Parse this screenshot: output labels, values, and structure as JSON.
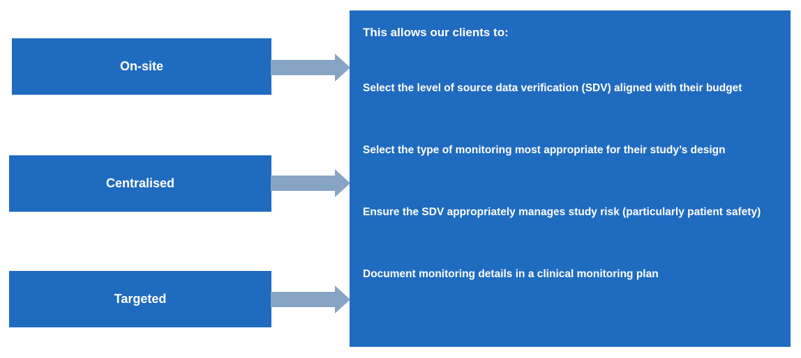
{
  "method_boxes": [
    {
      "label": "On-site"
    },
    {
      "label": "Centralised"
    },
    {
      "label": "Targeted"
    }
  ],
  "benefits_panel": {
    "title": "This allows our clients to:",
    "items": [
      "Select the level of source data verification (SDV) aligned with their budget",
      "Select the type of monitoring most appropriate for their study’s design",
      "Ensure the SDV appropriately manages study risk (particularly patient safety)",
      "Document monitoring details in a clinical monitoring plan"
    ]
  },
  "colors": {
    "box_fill": "#1f6bbf",
    "arrow_fill": "#87a4c4",
    "text": "#ffffff"
  }
}
